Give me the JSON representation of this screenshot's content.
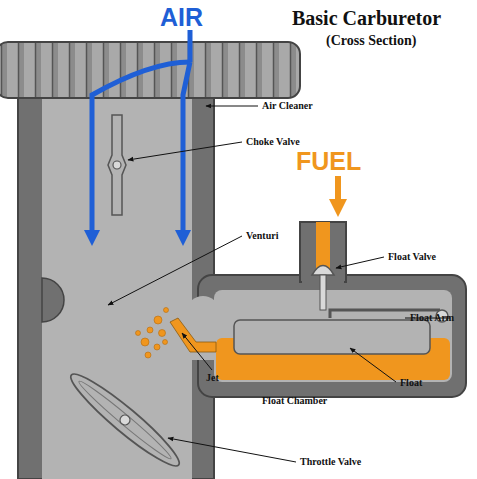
{
  "diagram": {
    "title": "Basic Carburetor",
    "labels": [
      "(Cross Section)",
      "AIR",
      "FUEL",
      "Air Cleaner",
      "Choke Valve",
      "Venturi",
      "Float Valve",
      "Float Arm",
      "Float Chamber",
      "Float",
      "Jet",
      "Throttle Valve"
    ]
  }
}
